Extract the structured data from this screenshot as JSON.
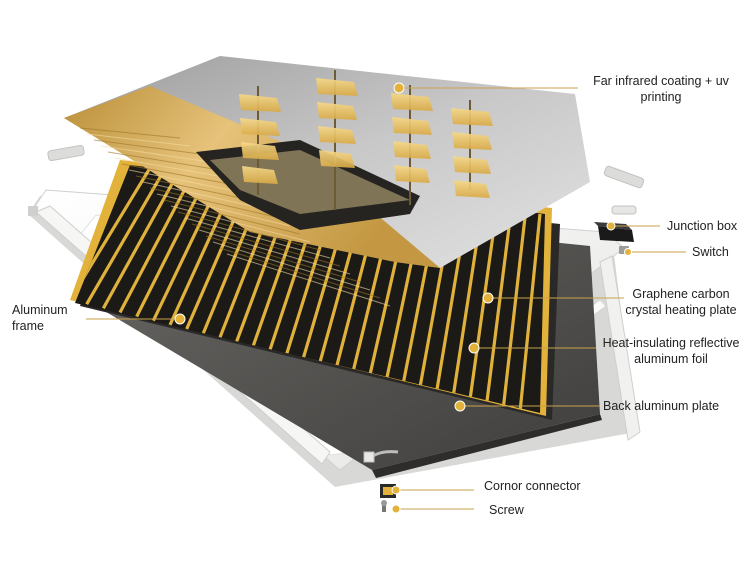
{
  "diagram": {
    "callouts": [
      {
        "id": "coating",
        "lines": [
          "Far infrared coating + uv",
          "printing"
        ]
      },
      {
        "id": "junction",
        "lines": [
          "Junction box"
        ]
      },
      {
        "id": "switch",
        "lines": [
          "Switch"
        ]
      },
      {
        "id": "graphene",
        "lines": [
          "Graphene carbon",
          "crystal heating plate"
        ]
      },
      {
        "id": "foil",
        "lines": [
          "Heat-insulating reflective",
          "aluminum foil"
        ]
      },
      {
        "id": "back",
        "lines": [
          "Back aluminum plate"
        ]
      },
      {
        "id": "frame",
        "lines": [
          "Aluminum",
          "frame"
        ]
      },
      {
        "id": "corner",
        "lines": [
          "Cornor connector"
        ]
      },
      {
        "id": "screw",
        "lines": [
          "Screw"
        ]
      }
    ],
    "colors": {
      "gold": "#e2b23a",
      "leader": "#c9a24a",
      "heater_stripe": "#e0b23c",
      "heater_dark": "#1c1a17",
      "frame": "#f3f3f1",
      "back_plate": "#4a4947",
      "text": "#222222"
    }
  }
}
